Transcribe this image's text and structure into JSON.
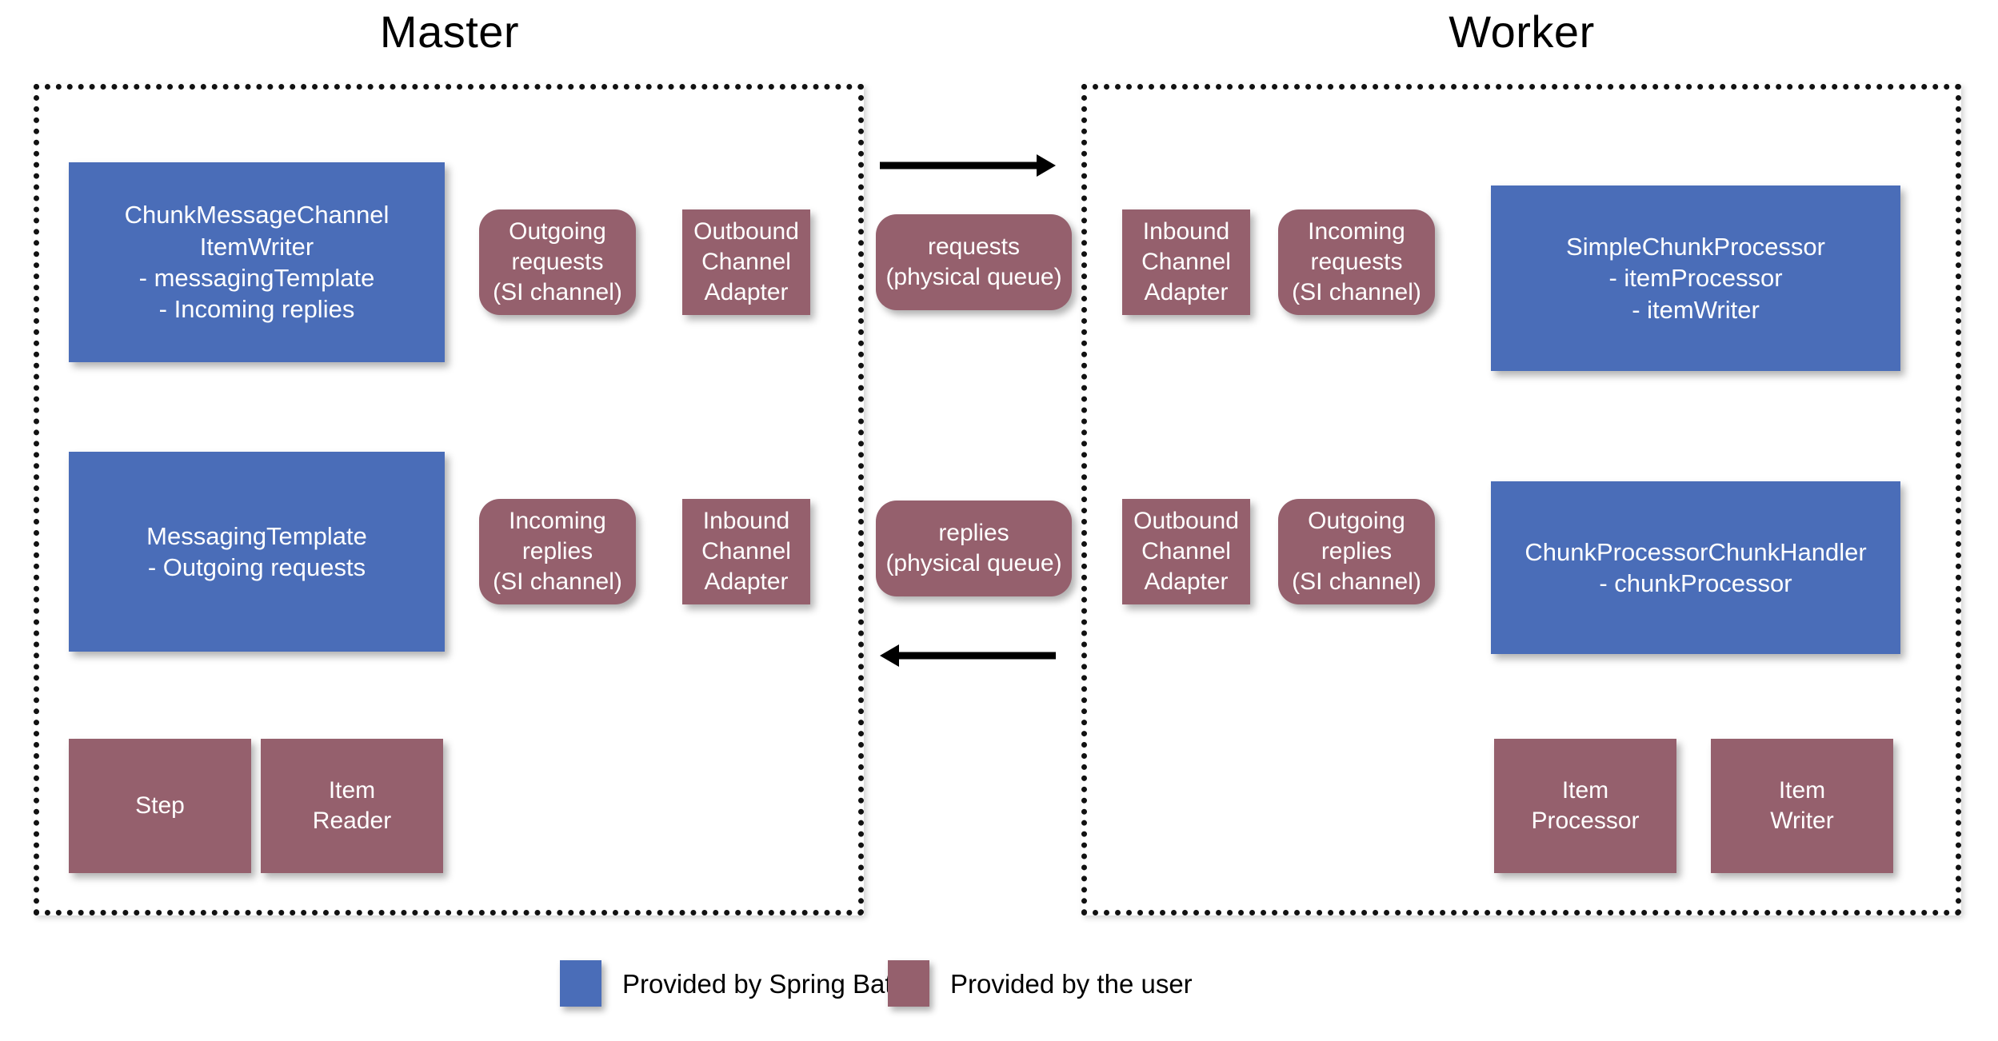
{
  "panels": [
    {
      "id": "master",
      "title": "Master"
    },
    {
      "id": "worker",
      "title": "Worker"
    }
  ],
  "master": {
    "title": "Master",
    "nodes": {
      "chunk_message_channel_item_writer": "ChunkMessageChannel\nItemWriter\n- messagingTemplate\n- Incoming replies",
      "outgoing_requests_channel": "Outgoing\nrequests\n(SI channel)",
      "outbound_channel_adapter": "Outbound\nChannel\nAdapter",
      "messaging_template": "MessagingTemplate\n- Outgoing requests",
      "incoming_replies_channel": "Incoming\nreplies\n(SI channel)",
      "inbound_channel_adapter": "Inbound\nChannel\nAdapter",
      "step": "Step",
      "item_reader": "Item\nReader"
    }
  },
  "middle": {
    "requests_queue": "requests\n(physical queue)",
    "replies_queue": "replies\n(physical queue)",
    "arrow_to_worker": "arrow-right",
    "arrow_to_master": "arrow-left"
  },
  "worker": {
    "title": "Worker",
    "nodes": {
      "inbound_channel_adapter": "Inbound\nChannel\nAdapter",
      "incoming_requests_channel": "Incoming\nrequests\n(SI channel)",
      "simple_chunk_processor": "SimpleChunkProcessor\n- itemProcessor\n- itemWriter",
      "outbound_channel_adapter": "Outbound\nChannel\nAdapter",
      "outgoing_replies_channel": "Outgoing\nreplies\n(SI channel)",
      "chunk_processor_chunk_handler": "ChunkProcessorChunkHandler\n- chunkProcessor",
      "item_processor": "Item\nProcessor",
      "item_writer": "Item\nWriter"
    }
  },
  "legend": {
    "items": [
      {
        "label": "Provided by Spring Batch",
        "color": "#4a6db8"
      },
      {
        "label": "Provided by the user",
        "color": "#95606d"
      }
    ]
  },
  "colors": {
    "spring_batch_blue": "#4a6db8",
    "user_maroon": "#95606d",
    "panel_border": "#111111",
    "background": "#ffffff",
    "node_text": "#ffffff"
  }
}
